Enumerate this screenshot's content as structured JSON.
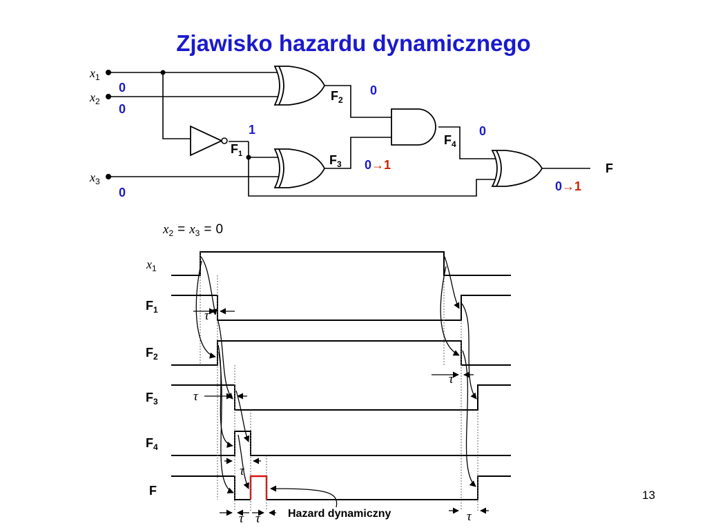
{
  "title": "Zjawisko hazardu dynamicznego",
  "page_number": "13",
  "circuit": {
    "inputs": [
      {
        "name": "x",
        "sub": "1",
        "value": ""
      },
      {
        "name": "x",
        "sub": "2",
        "value": "0"
      },
      {
        "name": "x",
        "sub": "3",
        "value": "0"
      }
    ],
    "x1_value": "0",
    "nodes": [
      {
        "name": "F",
        "sub": "1",
        "value": "1"
      },
      {
        "name": "F",
        "sub": "2",
        "value": "0"
      },
      {
        "name": "F",
        "sub": "3",
        "value_from": "0",
        "value_to": "1"
      },
      {
        "name": "F",
        "sub": "4",
        "value": "0"
      }
    ],
    "output": {
      "name": "F",
      "value_from": "0",
      "value_to": "1"
    },
    "arrow_glyph": "→"
  },
  "timing": {
    "condition": {
      "lhs1": "x",
      "lhs1_sub": "2",
      "lhs2": "x",
      "lhs2_sub": "3",
      "rhs": "0",
      "eq": "="
    },
    "signals": [
      {
        "name": "x",
        "sub": "1"
      },
      {
        "name": "F",
        "sub": "1"
      },
      {
        "name": "F",
        "sub": "2"
      },
      {
        "name": "F",
        "sub": "3"
      },
      {
        "name": "F",
        "sub": "4"
      },
      {
        "name": "F",
        "sub": ""
      }
    ],
    "tau": "τ",
    "hazard_label": "Hazard dynamiczny"
  },
  "colors": {
    "title": "#1a1acc",
    "values": "#1a1acc",
    "transition": "#cc2200",
    "hazard_pulse": "#dd1111",
    "wire": "#000000"
  }
}
